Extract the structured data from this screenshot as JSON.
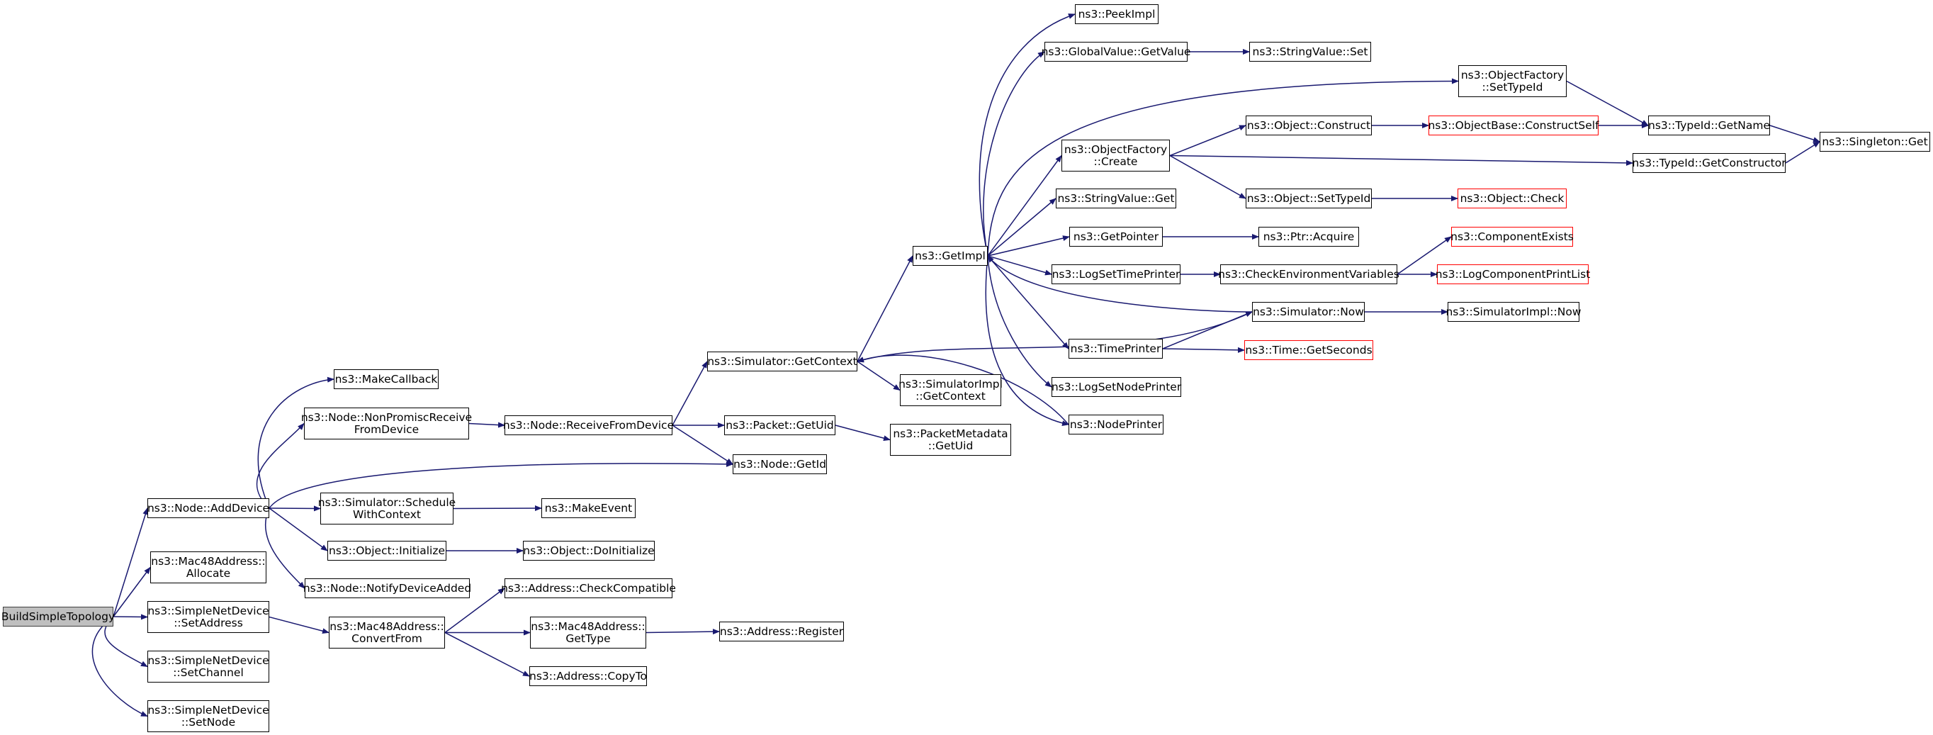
{
  "colors": {
    "edge": "#191970",
    "node_border": "#000000",
    "incomplete_border": "#ff0000",
    "root_fill": "#bfbfbf"
  },
  "nodes": [
    {
      "id": "build",
      "lines": [
        "BuildSimpleTopology"
      ],
      "style": "root"
    },
    {
      "id": "adddevice",
      "lines": [
        "ns3::Node::AddDevice"
      ]
    },
    {
      "id": "mac48allocate",
      "lines": [
        "ns3::Mac48Address::",
        "Allocate"
      ]
    },
    {
      "id": "setaddress",
      "lines": [
        "ns3::SimpleNetDevice",
        "::SetAddress"
      ]
    },
    {
      "id": "setchannel",
      "lines": [
        "ns3::SimpleNetDevice",
        "::SetChannel"
      ]
    },
    {
      "id": "setnode",
      "lines": [
        "ns3::SimpleNetDevice",
        "::SetNode"
      ]
    },
    {
      "id": "makecallback",
      "lines": [
        "ns3::MakeCallback"
      ]
    },
    {
      "id": "nonpromisc",
      "lines": [
        "ns3::Node::NonPromiscReceive",
        "FromDevice"
      ]
    },
    {
      "id": "schedulewc",
      "lines": [
        "ns3::Simulator::Schedule",
        "WithContext"
      ]
    },
    {
      "id": "objinit",
      "lines": [
        "ns3::Object::Initialize"
      ]
    },
    {
      "id": "notifydev",
      "lines": [
        "ns3::Node::NotifyDeviceAdded"
      ]
    },
    {
      "id": "convertfrom",
      "lines": [
        "ns3::Mac48Address::",
        "ConvertFrom"
      ]
    },
    {
      "id": "receivefromdev",
      "lines": [
        "ns3::Node::ReceiveFromDevice"
      ]
    },
    {
      "id": "makeevent",
      "lines": [
        "ns3::MakeEvent"
      ]
    },
    {
      "id": "doinit",
      "lines": [
        "ns3::Object::DoInitialize"
      ]
    },
    {
      "id": "checkcompat",
      "lines": [
        "ns3::Address::CheckCompatible"
      ]
    },
    {
      "id": "gettype",
      "lines": [
        "ns3::Mac48Address::",
        "GetType"
      ]
    },
    {
      "id": "copyto",
      "lines": [
        "ns3::Address::CopyTo"
      ]
    },
    {
      "id": "getcontext",
      "lines": [
        "ns3::Simulator::GetContext"
      ]
    },
    {
      "id": "getuid",
      "lines": [
        "ns3::Packet::GetUid"
      ]
    },
    {
      "id": "getid",
      "lines": [
        "ns3::Node::GetId"
      ]
    },
    {
      "id": "register",
      "lines": [
        "ns3::Address::Register"
      ]
    },
    {
      "id": "simimplgetctx",
      "lines": [
        "ns3::SimulatorImpl",
        "::GetContext"
      ]
    },
    {
      "id": "pktmetauid",
      "lines": [
        "ns3::PacketMetadata",
        "::GetUid"
      ]
    },
    {
      "id": "getimpl",
      "lines": [
        "ns3::GetImpl"
      ]
    },
    {
      "id": "peekimpl",
      "lines": [
        "ns3::PeekImpl"
      ]
    },
    {
      "id": "gvgetvalue",
      "lines": [
        "ns3::GlobalValue::GetValue"
      ]
    },
    {
      "id": "ofcreate",
      "lines": [
        "ns3::ObjectFactory",
        "::Create"
      ]
    },
    {
      "id": "svget",
      "lines": [
        "ns3::StringValue::Get"
      ]
    },
    {
      "id": "getpointer",
      "lines": [
        "ns3::GetPointer"
      ]
    },
    {
      "id": "logsettp",
      "lines": [
        "ns3::LogSetTimePrinter"
      ]
    },
    {
      "id": "timeprinter",
      "lines": [
        "ns3::TimePrinter"
      ]
    },
    {
      "id": "logsetnp",
      "lines": [
        "ns3::LogSetNodePrinter"
      ]
    },
    {
      "id": "nodeprinter",
      "lines": [
        "ns3::NodePrinter"
      ]
    },
    {
      "id": "svset",
      "lines": [
        "ns3::StringValue::Set"
      ]
    },
    {
      "id": "ofsettypeid",
      "lines": [
        "ns3::ObjectFactory",
        "::SetTypeId"
      ]
    },
    {
      "id": "objconstruct",
      "lines": [
        "ns3::Object::Construct"
      ]
    },
    {
      "id": "objsettypeid",
      "lines": [
        "ns3::Object::SetTypeId"
      ]
    },
    {
      "id": "ptracquire",
      "lines": [
        "ns3::Ptr::Acquire"
      ]
    },
    {
      "id": "checkenv",
      "lines": [
        "ns3::CheckEnvironmentVariables"
      ]
    },
    {
      "id": "simnow",
      "lines": [
        "ns3::Simulator::Now"
      ]
    },
    {
      "id": "obconstructself",
      "lines": [
        "ns3::ObjectBase::ConstructSelf"
      ],
      "style": "red"
    },
    {
      "id": "tidgetctor",
      "lines": [
        "ns3::TypeId::GetConstructor"
      ]
    },
    {
      "id": "objcheck",
      "lines": [
        "ns3::Object::Check"
      ],
      "style": "red"
    },
    {
      "id": "compexists",
      "lines": [
        "ns3::ComponentExists"
      ],
      "style": "red"
    },
    {
      "id": "logcompprint",
      "lines": [
        "ns3::LogComponentPrintList"
      ],
      "style": "red"
    },
    {
      "id": "simimplnow",
      "lines": [
        "ns3::SimulatorImpl::Now"
      ]
    },
    {
      "id": "timegetsec",
      "lines": [
        "ns3::Time::GetSeconds"
      ],
      "style": "red"
    },
    {
      "id": "tidgetname",
      "lines": [
        "ns3::TypeId::GetName"
      ]
    },
    {
      "id": "singletonget",
      "lines": [
        "ns3::Singleton::Get"
      ]
    }
  ],
  "edges": [
    [
      "build",
      "adddevice"
    ],
    [
      "build",
      "mac48allocate"
    ],
    [
      "build",
      "setaddress"
    ],
    [
      "build",
      "setchannel"
    ],
    [
      "build",
      "setnode"
    ],
    [
      "adddevice",
      "makecallback"
    ],
    [
      "adddevice",
      "nonpromisc"
    ],
    [
      "adddevice",
      "getid"
    ],
    [
      "adddevice",
      "schedulewc"
    ],
    [
      "adddevice",
      "objinit"
    ],
    [
      "adddevice",
      "notifydev"
    ],
    [
      "setaddress",
      "convertfrom"
    ],
    [
      "nonpromisc",
      "receivefromdev"
    ],
    [
      "receivefromdev",
      "getcontext"
    ],
    [
      "receivefromdev",
      "getuid"
    ],
    [
      "receivefromdev",
      "getid"
    ],
    [
      "schedulewc",
      "makeevent"
    ],
    [
      "objinit",
      "doinit"
    ],
    [
      "convertfrom",
      "checkcompat"
    ],
    [
      "convertfrom",
      "gettype"
    ],
    [
      "convertfrom",
      "copyto"
    ],
    [
      "gettype",
      "register"
    ],
    [
      "getcontext",
      "getimpl"
    ],
    [
      "getcontext",
      "simimplgetctx"
    ],
    [
      "getuid",
      "pktmetauid"
    ],
    [
      "getimpl",
      "peekimpl"
    ],
    [
      "getimpl",
      "gvgetvalue"
    ],
    [
      "getimpl",
      "ofsettypeid"
    ],
    [
      "getimpl",
      "ofcreate"
    ],
    [
      "getimpl",
      "svget"
    ],
    [
      "getimpl",
      "getpointer"
    ],
    [
      "getimpl",
      "logsettp"
    ],
    [
      "getimpl",
      "timeprinter"
    ],
    [
      "getimpl",
      "logsetnp"
    ],
    [
      "getimpl",
      "nodeprinter"
    ],
    [
      "gvgetvalue",
      "svset"
    ],
    [
      "ofsettypeid",
      "tidgetname"
    ],
    [
      "ofcreate",
      "objconstruct"
    ],
    [
      "ofcreate",
      "tidgetctor"
    ],
    [
      "ofcreate",
      "objsettypeid"
    ],
    [
      "objconstruct",
      "obconstructself"
    ],
    [
      "obconstructself",
      "tidgetname"
    ],
    [
      "tidgetname",
      "singletonget"
    ],
    [
      "tidgetctor",
      "singletonget"
    ],
    [
      "objsettypeid",
      "objcheck"
    ],
    [
      "getpointer",
      "ptracquire"
    ],
    [
      "logsettp",
      "checkenv"
    ],
    [
      "checkenv",
      "compexists"
    ],
    [
      "checkenv",
      "logcompprint"
    ],
    [
      "timeprinter",
      "simnow"
    ],
    [
      "timeprinter",
      "timegetsec"
    ],
    [
      "simnow",
      "getimpl"
    ],
    [
      "simnow",
      "simimplnow"
    ],
    [
      "simnow",
      "getcontext"
    ],
    [
      "nodeprinter",
      "getcontext"
    ]
  ]
}
